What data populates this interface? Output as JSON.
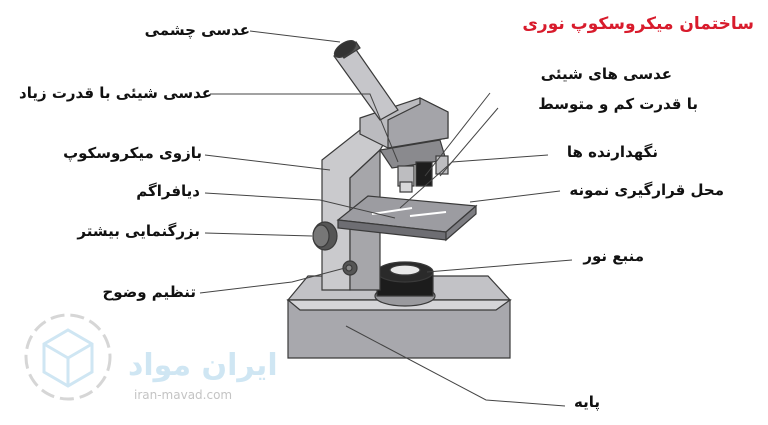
{
  "title": "ساختمان میکروسکوپ نوری",
  "labels": {
    "eyepiece": "عدسی چشمی",
    "high_power_objective": "عدسی شیئی با قدرت زیاد",
    "arm": "بازوی میکروسکوپ",
    "diaphragm": "دیافراگم",
    "coarse_focus": "بزرگنمایی بیشتر",
    "fine_focus": "تنظیم وضوح",
    "objectives_low_med_line1": "عدسی های شیئی",
    "objectives_low_med_line2": "با قدرت کم و متوسط",
    "stage_clips": "نگهدارنده ها",
    "stage": "محل قرارگیری نمونه",
    "light_source": "منبع نور",
    "base": "پایه"
  },
  "watermark": {
    "name": "ایران مواد",
    "url": "iran-mavad.com"
  },
  "colors": {
    "title": "#d81b2c",
    "body_light": "#c9c9cc",
    "body_mid": "#a9a9ad",
    "body_dark": "#6e6e72",
    "outline": "#3a3a3a",
    "watermark": "#cfe6f3"
  }
}
